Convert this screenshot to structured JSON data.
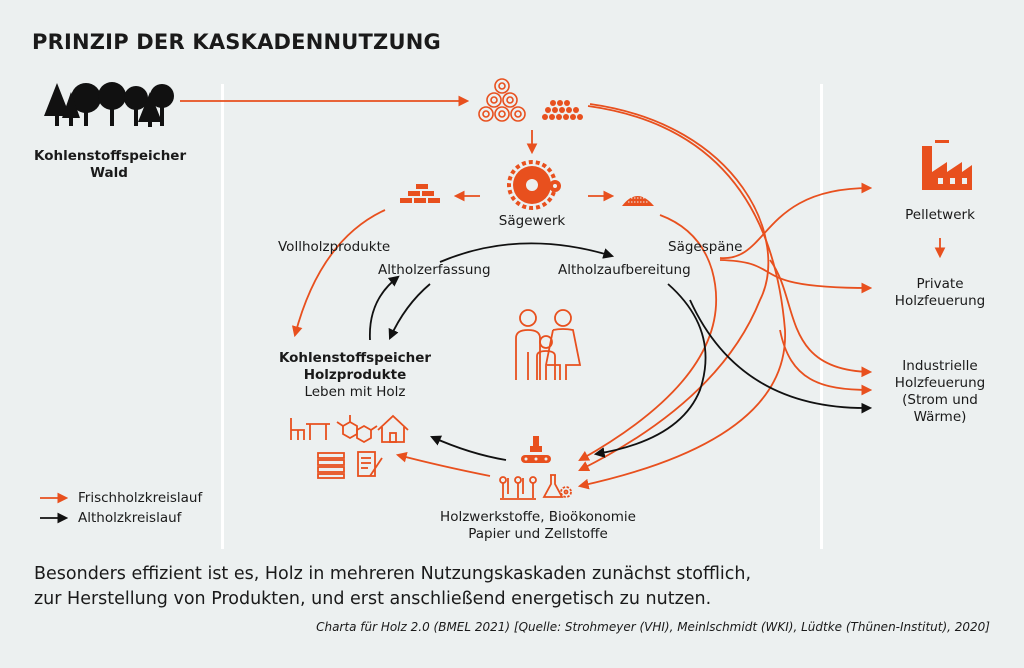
{
  "title": "PRINZIP DER KASKADENNUTZUNG",
  "nodes": {
    "forest": {
      "line1": "Kohlenstoffspeicher",
      "line2": "Wald",
      "icon": "forest-icon"
    },
    "sawmill": {
      "label": "Sägewerk",
      "icon": "saw-blade-icon"
    },
    "solid_wood": {
      "label": "Vollholzprodukte",
      "icon": "lumber-stack-icon"
    },
    "sawdust": {
      "label": "Sägespäne",
      "icon": "sawdust-pile-icon"
    },
    "waste_collection": {
      "label": "Altholzerfassung"
    },
    "waste_processing": {
      "label": "Altholzaufbereitung"
    },
    "wood_products": {
      "line1": "Kohlenstoffspeicher",
      "line2": "Holzprodukte",
      "line3": "Leben mit Holz"
    },
    "materials": {
      "line1": "Holzwerkstoffe, Bioökonomie",
      "line2": "Papier und Zellstoffe"
    },
    "pellet": {
      "label": "Pelletwerk",
      "icon": "factory-icon"
    },
    "private": {
      "line1": "Private",
      "line2": "Holzfeuerung"
    },
    "industrial": {
      "line1": "Industrielle",
      "line2": "Holzfeuerung",
      "line3": "(Strom und",
      "line4": "Wärme)"
    },
    "center_icon": "family-icon"
  },
  "legend": {
    "fresh": "Frischholzkreislauf",
    "waste": "Altholzkreislauf"
  },
  "colors": {
    "fresh": "#e8501e",
    "waste": "#111111",
    "background": "#ecf0f0"
  },
  "caption": {
    "line1": "Besonders effizient ist es, Holz in mehreren Nutzungskaskaden zunächst stofflich,",
    "line2": "zur Herstellung von Produkten, und erst anschließend energetisch zu nutzen."
  },
  "source": "Charta für Holz 2.0 (BMEL 2021) [Quelle: Strohmeyer (VHI), Meinlschmidt (WKI), Lüdtke (Thünen-Institut), 2020]"
}
